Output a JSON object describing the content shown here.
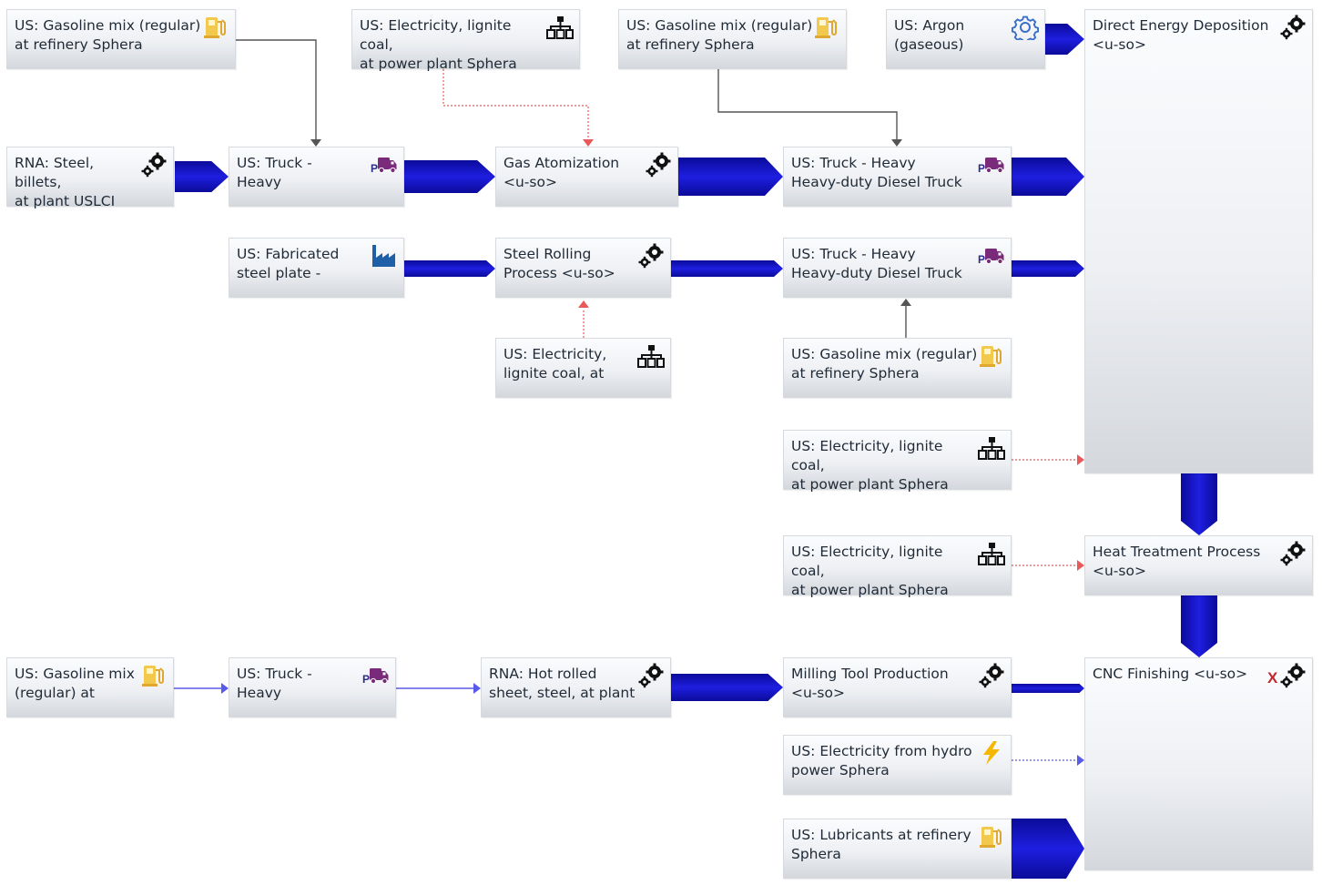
{
  "colors": {
    "flow_main": "#1e1ee0",
    "flow_dark": "#0b0b9a",
    "energy_link": "#e85a5a",
    "material_link": "#555555",
    "minor_flow": "#5a5ae8"
  },
  "nodes": [
    {
      "id": "gas1",
      "label": "US: Gasoline mix (regular)\nat refinery Sphera",
      "icon": "fuel-pump-icon"
    },
    {
      "id": "elec1",
      "label": "US: Electricity, lignite coal,\nat power plant Sphera",
      "icon": "plant-tree-icon"
    },
    {
      "id": "gas2",
      "label": "US: Gasoline mix (regular)\nat refinery Sphera",
      "icon": "fuel-pump-icon"
    },
    {
      "id": "argon",
      "label": "US: Argon\n(gaseous)",
      "icon": "gear-outline-icon"
    },
    {
      "id": "ded",
      "label": "Direct Energy Deposition\n<u-so>",
      "icon": "gears-icon"
    },
    {
      "id": "steel",
      "label": "RNA: Steel, billets,\nat plant USLCI",
      "icon": "gears-icon"
    },
    {
      "id": "truck1",
      "label": "US: Truck -\nHeavy",
      "icon": "truck-icon"
    },
    {
      "id": "gasatom",
      "label": "Gas Atomization\n<u-so>",
      "icon": "gears-icon"
    },
    {
      "id": "truck2",
      "label": "US: Truck - Heavy\nHeavy-duty Diesel Truck",
      "icon": "truck-icon"
    },
    {
      "id": "fabsteel",
      "label": "US: Fabricated\nsteel plate -",
      "icon": "factory-icon"
    },
    {
      "id": "rolling",
      "label": "Steel Rolling\nProcess <u-so>",
      "icon": "gears-icon"
    },
    {
      "id": "truck3",
      "label": "US: Truck - Heavy\nHeavy-duty Diesel Truck",
      "icon": "truck-icon"
    },
    {
      "id": "elec2",
      "label": "US: Electricity,\nlignite coal, at",
      "icon": "plant-tree-icon"
    },
    {
      "id": "gas3",
      "label": "US: Gasoline mix (regular)\nat refinery Sphera",
      "icon": "fuel-pump-icon"
    },
    {
      "id": "elec3",
      "label": "US: Electricity, lignite coal,\nat power plant Sphera",
      "icon": "plant-tree-icon"
    },
    {
      "id": "elec4",
      "label": "US: Electricity, lignite coal,\nat power plant Sphera",
      "icon": "plant-tree-icon"
    },
    {
      "id": "heat",
      "label": "Heat Treatment Process\n<u-so>",
      "icon": "gears-icon"
    },
    {
      "id": "gas4",
      "label": "US: Gasoline mix\n(regular) at",
      "icon": "fuel-pump-icon"
    },
    {
      "id": "truck4",
      "label": "US: Truck -\nHeavy",
      "icon": "truck-icon"
    },
    {
      "id": "hotrolled",
      "label": "RNA: Hot rolled\nsheet, steel, at plant",
      "icon": "gears-icon"
    },
    {
      "id": "milling",
      "label": "Milling Tool Production\n<u-so>",
      "icon": "gears-icon"
    },
    {
      "id": "cnc",
      "label": "CNC Finishing <u-so>",
      "icon": "x-gears-icon"
    },
    {
      "id": "hydro",
      "label": "US: Electricity from hydro\npower Sphera",
      "icon": "lightning-icon"
    },
    {
      "id": "lube",
      "label": "US: Lubricants at refinery\nSphera",
      "icon": "fuel-pump-icon"
    }
  ]
}
